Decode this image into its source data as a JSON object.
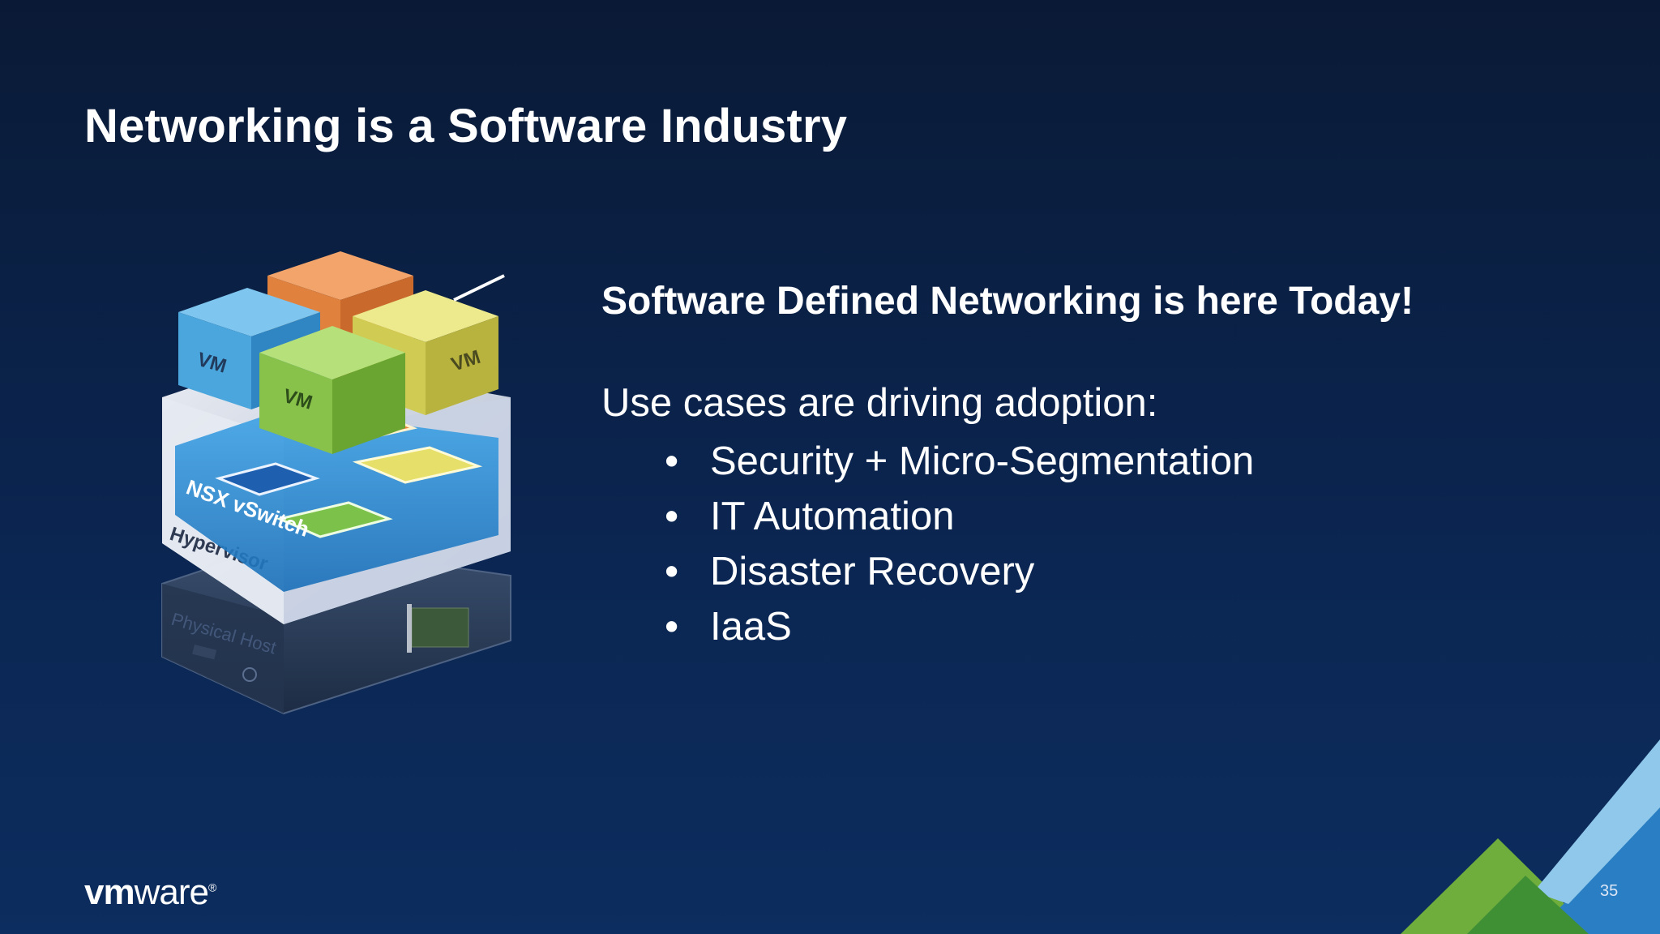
{
  "slide": {
    "title": "Networking is a Software Industry",
    "headline": "Software Defined Networking is here Today!",
    "lead": "Use cases are driving adoption:",
    "bullets": [
      "Security + Micro-Segmentation",
      "IT Automation",
      "Disaster Recovery",
      "IaaS"
    ],
    "bullet_glyph": "•",
    "page_number": "35"
  },
  "diagram": {
    "vm_label": "VM",
    "vswitch_label": "NSX vSwitch",
    "hypervisor_label": "Hypervisor",
    "host_label": "Physical Host"
  },
  "logo": {
    "part1": "vm",
    "part2": "ware",
    "reg": "®"
  },
  "colors": {
    "background_top": "#0a1a36",
    "background_bottom": "#0c2d5f",
    "vm_blue": "#4aa6dc",
    "vm_orange": "#e98a4a",
    "vm_yellow": "#d8d35a",
    "vm_green": "#88c24a",
    "accent_green": "#6fae3c",
    "accent_blue": "#2a7fc4"
  }
}
